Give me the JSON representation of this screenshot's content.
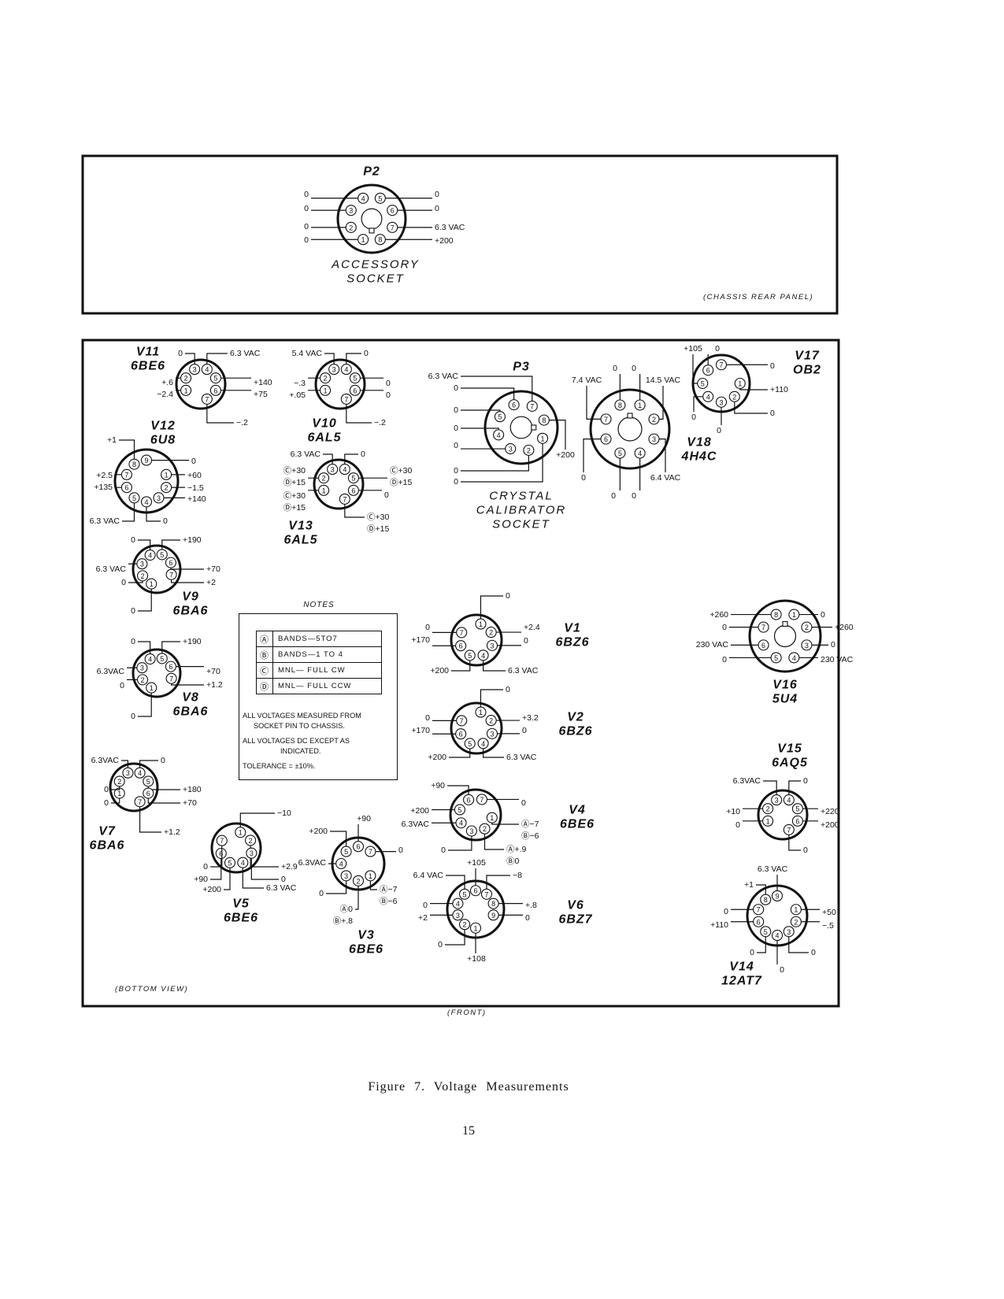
{
  "rear_panel_label": "(CHASSIS REAR PANEL)",
  "bottom_view_label": "(BOTTOM VIEW)",
  "front_label": "(FRONT)",
  "figure_caption": "Figure 7. Voltage Measurements",
  "page_number": "15",
  "notes": {
    "title": "NOTES",
    "legend": [
      {
        "key": "Ⓐ",
        "text": "BANDS—5TO7"
      },
      {
        "key": "Ⓑ",
        "text": "BANDS—1 TO 4"
      },
      {
        "key": "Ⓒ",
        "text": "MNL— FULL CW"
      },
      {
        "key": "Ⓓ",
        "text": "MNL— FULL CCW"
      }
    ],
    "line1": "ALL VOLTAGES MEASURED FROM",
    "line2": "SOCKET PIN TO CHASSIS.",
    "line3": "ALL VOLTAGES DC EXCEPT AS",
    "line4": "INDICATED.",
    "line5": "TOLERANCE = ±10%."
  },
  "sockets": [
    {
      "id": "P2",
      "title": [
        "P2"
      ],
      "caption": [
        "ACCESSORY",
        "SOCKET"
      ],
      "pins": [
        {
          "n": "1",
          "v": "0"
        },
        {
          "n": "2",
          "v": "0"
        },
        {
          "n": "3",
          "v": "0"
        },
        {
          "n": "4",
          "v": "0"
        },
        {
          "n": "5",
          "v": "0"
        },
        {
          "n": "6",
          "v": "0"
        },
        {
          "n": "7",
          "v": "6.3 VAC"
        },
        {
          "n": "8",
          "v": "+200"
        }
      ]
    },
    {
      "id": "V11",
      "title": [
        "V11",
        "6BE6"
      ],
      "pins": [
        {
          "n": "1",
          "v": "−2.4"
        },
        {
          "n": "2",
          "v": "+.6"
        },
        {
          "n": "3",
          "v": "0"
        },
        {
          "n": "4",
          "v": "6.3 VAC"
        },
        {
          "n": "5",
          "v": "+140"
        },
        {
          "n": "6",
          "v": "+75"
        },
        {
          "n": "7",
          "v": "−.2"
        }
      ]
    },
    {
      "id": "V10",
      "title": [
        "V10",
        "6AL5"
      ],
      "pins": [
        {
          "n": "1",
          "v": "+.05"
        },
        {
          "n": "2",
          "v": "−.3"
        },
        {
          "n": "3",
          "v": "5.4 VAC"
        },
        {
          "n": "4",
          "v": "0"
        },
        {
          "n": "5",
          "v": "0"
        },
        {
          "n": "6",
          "v": "0"
        },
        {
          "n": "7",
          "v": "−.2"
        }
      ]
    },
    {
      "id": "P3",
      "title": [
        "P3"
      ],
      "caption": [
        "CRYSTAL",
        "CALIBRATOR",
        "SOCKET"
      ],
      "pins": [
        {
          "n": "1",
          "v": "0"
        },
        {
          "n": "2",
          "v": "0"
        },
        {
          "n": "3",
          "v": "0"
        },
        {
          "n": "4",
          "v": "0"
        },
        {
          "n": "5",
          "v": "0"
        },
        {
          "n": "6",
          "v": "0"
        },
        {
          "n": "7",
          "v": "6.3 VAC"
        },
        {
          "n": "8",
          "v": "+200"
        }
      ]
    },
    {
      "id": "V18",
      "title": [
        "V18",
        "4H4C"
      ],
      "pins": [
        {
          "n": "1",
          "v": "0"
        },
        {
          "n": "2",
          "v": "14.5 VAC"
        },
        {
          "n": "3",
          "v": "6.4 VAC"
        },
        {
          "n": "4",
          "v": "0"
        },
        {
          "n": "5",
          "v": "0"
        },
        {
          "n": "6",
          "v": "0"
        },
        {
          "n": "7",
          "v": "7.4 VAC"
        },
        {
          "n": "8",
          "v": "0"
        }
      ]
    },
    {
      "id": "V17",
      "title": [
        "V17",
        "OB2"
      ],
      "pins": [
        {
          "n": "1",
          "v": "+110"
        },
        {
          "n": "2",
          "v": "0"
        },
        {
          "n": "3",
          "v": "0"
        },
        {
          "n": "4",
          "v": "0"
        },
        {
          "n": "5",
          "v": "+105"
        },
        {
          "n": "6",
          "v": "0"
        },
        {
          "n": "7",
          "v": "0"
        }
      ]
    },
    {
      "id": "V12",
      "title": [
        "V12",
        "6U8"
      ],
      "pins": [
        {
          "n": "1",
          "v": "+60"
        },
        {
          "n": "2",
          "v": "−1.5"
        },
        {
          "n": "3",
          "v": "+140"
        },
        {
          "n": "4",
          "v": "0"
        },
        {
          "n": "5",
          "v": "6.3 VAC"
        },
        {
          "n": "6",
          "v": "+135"
        },
        {
          "n": "7",
          "v": "+2.5"
        },
        {
          "n": "8",
          "v": "+1"
        },
        {
          "n": "9",
          "v": "0"
        }
      ]
    },
    {
      "id": "V13",
      "title": [
        "V13",
        "6AL5"
      ],
      "pins": [
        {
          "n": "1",
          "v": [
            "Ⓒ+30",
            "Ⓓ+15"
          ]
        },
        {
          "n": "2",
          "v": [
            "Ⓒ+30",
            "Ⓓ+15"
          ]
        },
        {
          "n": "3",
          "v": "6.3 VAC"
        },
        {
          "n": "4",
          "v": "0"
        },
        {
          "n": "5",
          "v": [
            "Ⓒ+30",
            "Ⓓ+15"
          ]
        },
        {
          "n": "6",
          "v": "0"
        },
        {
          "n": "7",
          "v": [
            "Ⓒ+30",
            "Ⓓ+15"
          ]
        }
      ]
    },
    {
      "id": "V9",
      "title": [
        "V9",
        "6BA6"
      ],
      "pins": [
        {
          "n": "1",
          "v": "0"
        },
        {
          "n": "2",
          "v": "0"
        },
        {
          "n": "3",
          "v": "6.3 VAC"
        },
        {
          "n": "4",
          "v": "0"
        },
        {
          "n": "5",
          "v": "+190"
        },
        {
          "n": "6",
          "v": "+70"
        },
        {
          "n": "7",
          "v": "+2"
        }
      ]
    },
    {
      "id": "V8",
      "title": [
        "V8",
        "6BA6"
      ],
      "pins": [
        {
          "n": "1",
          "v": "0"
        },
        {
          "n": "2",
          "v": "0"
        },
        {
          "n": "3",
          "v": "6.3VAC"
        },
        {
          "n": "4",
          "v": "0"
        },
        {
          "n": "5",
          "v": "+190"
        },
        {
          "n": "6",
          "v": "+70"
        },
        {
          "n": "7",
          "v": "+1.2"
        }
      ]
    },
    {
      "id": "V7",
      "title": [
        "V7",
        "6BA6"
      ],
      "pins": [
        {
          "n": "1",
          "v": "0"
        },
        {
          "n": "2",
          "v": "0"
        },
        {
          "n": "3",
          "v": "6.3VAC"
        },
        {
          "n": "4",
          "v": "0"
        },
        {
          "n": "5",
          "v": "+180"
        },
        {
          "n": "6",
          "v": "+70"
        },
        {
          "n": "7",
          "v": "+1.2"
        }
      ]
    },
    {
      "id": "V1",
      "title": [
        "V1",
        "6BZ6"
      ],
      "pins": [
        {
          "n": "1",
          "v": "0"
        },
        {
          "n": "2",
          "v": "+2.4"
        },
        {
          "n": "3",
          "v": "0"
        },
        {
          "n": "4",
          "v": "6.3 VAC"
        },
        {
          "n": "5",
          "v": "+200"
        },
        {
          "n": "6",
          "v": "+170"
        },
        {
          "n": "7",
          "v": "0"
        }
      ]
    },
    {
      "id": "V2",
      "title": [
        "V2",
        "6BZ6"
      ],
      "pins": [
        {
          "n": "1",
          "v": "0"
        },
        {
          "n": "2",
          "v": "+3.2"
        },
        {
          "n": "3",
          "v": "0"
        },
        {
          "n": "4",
          "v": "6.3 VAC"
        },
        {
          "n": "5",
          "v": "+200"
        },
        {
          "n": "6",
          "v": "+170"
        },
        {
          "n": "7",
          "v": "0"
        }
      ]
    },
    {
      "id": "V4",
      "title": [
        "V4",
        "6BE6"
      ],
      "pins": [
        {
          "n": "1",
          "v": [
            "Ⓐ−7",
            "Ⓑ−6"
          ]
        },
        {
          "n": "2",
          "v": [
            "Ⓐ+.9",
            "Ⓑ0"
          ]
        },
        {
          "n": "3",
          "v": "0"
        },
        {
          "n": "4",
          "v": "6.3VAC"
        },
        {
          "n": "5",
          "v": "+200"
        },
        {
          "n": "6",
          "v": "+90"
        },
        {
          "n": "7",
          "v": "0"
        }
      ]
    },
    {
      "id": "V5",
      "title": [
        "V5",
        "6BE6"
      ],
      "pins": [
        {
          "n": "1",
          "v": "−10"
        },
        {
          "n": "2",
          "v": "+2.9"
        },
        {
          "n": "3",
          "v": "0"
        },
        {
          "n": "4",
          "v": "6.3 VAC"
        },
        {
          "n": "5",
          "v": "+200"
        },
        {
          "n": "6",
          "v": "+90"
        },
        {
          "n": "7",
          "v": "0"
        }
      ]
    },
    {
      "id": "V3",
      "title": [
        "V3",
        "6BE6"
      ],
      "pins": [
        {
          "n": "1",
          "v": [
            "Ⓐ−7",
            "Ⓑ−6"
          ]
        },
        {
          "n": "2",
          "v": [
            "Ⓐ0",
            "Ⓑ+.8"
          ]
        },
        {
          "n": "3",
          "v": "0"
        },
        {
          "n": "4",
          "v": "6.3VAC"
        },
        {
          "n": "5",
          "v": "+200"
        },
        {
          "n": "6",
          "v": "+90"
        },
        {
          "n": "7",
          "v": "0"
        }
      ]
    },
    {
      "id": "V6",
      "title": [
        "V6",
        "6BZ7"
      ],
      "pins": [
        {
          "n": "1",
          "v": "+108"
        },
        {
          "n": "2",
          "v": "0"
        },
        {
          "n": "3",
          "v": "+2"
        },
        {
          "n": "4",
          "v": "0"
        },
        {
          "n": "5",
          "v": "6.4 VAC"
        },
        {
          "n": "6",
          "v": "+105"
        },
        {
          "n": "7",
          "v": "−8"
        },
        {
          "n": "8",
          "v": "+.8"
        },
        {
          "n": "9",
          "v": "0"
        }
      ]
    },
    {
      "id": "V16",
      "title": [
        "V16",
        "5U4"
      ],
      "pins": [
        {
          "n": "1",
          "v": "0"
        },
        {
          "n": "2",
          "v": "+260"
        },
        {
          "n": "3",
          "v": "0"
        },
        {
          "n": "4",
          "v": "230 VAC"
        },
        {
          "n": "5",
          "v": "0"
        },
        {
          "n": "6",
          "v": "230 VAC"
        },
        {
          "n": "7",
          "v": "0"
        },
        {
          "n": "8",
          "v": "+260"
        }
      ]
    },
    {
      "id": "V15",
      "title": [
        "V15",
        "6AQ5"
      ],
      "pins": [
        {
          "n": "1",
          "v": "0"
        },
        {
          "n": "2",
          "v": "+10"
        },
        {
          "n": "3",
          "v": "6.3VAC"
        },
        {
          "n": "4",
          "v": "0"
        },
        {
          "n": "5",
          "v": "+220"
        },
        {
          "n": "6",
          "v": "+200"
        },
        {
          "n": "7",
          "v": "0"
        }
      ]
    },
    {
      "id": "V14",
      "title": [
        "V14",
        "12AT7"
      ],
      "pins": [
        {
          "n": "1",
          "v": "+50"
        },
        {
          "n": "2",
          "v": "−.5"
        },
        {
          "n": "3",
          "v": "0"
        },
        {
          "n": "4",
          "v": "0"
        },
        {
          "n": "5",
          "v": "0"
        },
        {
          "n": "6",
          "v": "+110"
        },
        {
          "n": "7",
          "v": "0"
        },
        {
          "n": "8",
          "v": "+1"
        },
        {
          "n": "9",
          "v": "6.3 VAC"
        }
      ]
    }
  ]
}
